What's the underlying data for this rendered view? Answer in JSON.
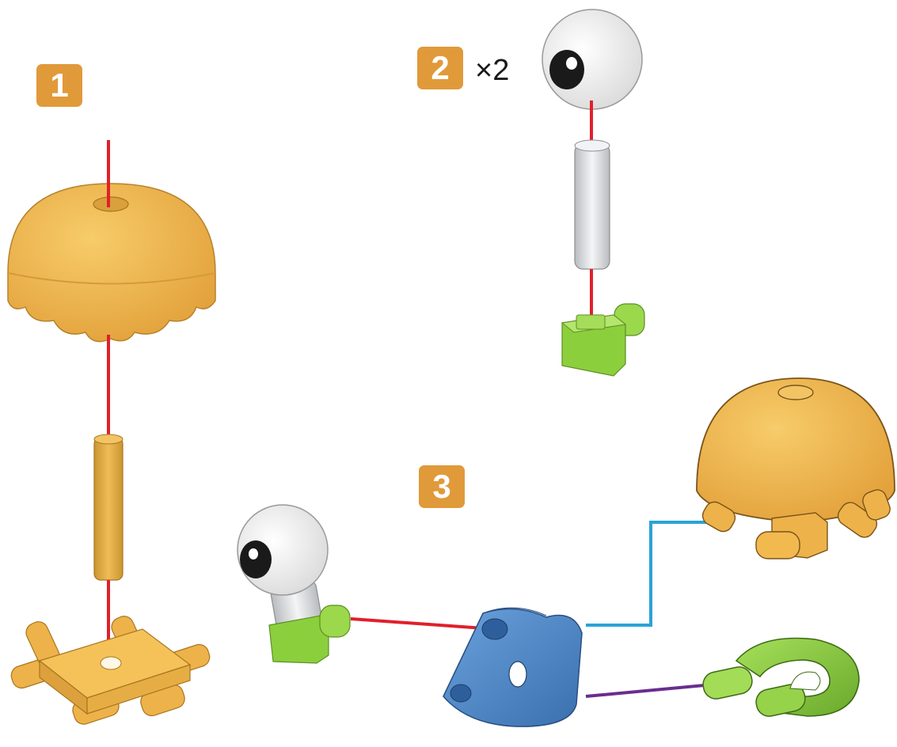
{
  "steps": {
    "step1": {
      "number": "1"
    },
    "step2": {
      "number": "2",
      "quantity": "×2"
    },
    "step3": {
      "number": "3"
    }
  },
  "colors": {
    "badge": "#e09a3a",
    "orange_part": "#f2b94f",
    "orange_shade": "#d9a03c",
    "red_guide": "#e0202a",
    "blue_guide": "#2aa3d8",
    "purple_guide": "#6a2d8f",
    "green_part": "#8ccf3d",
    "blue_part": "#4a82c4",
    "white_part": "#f2f2f2",
    "grey_part": "#d6d8da"
  }
}
